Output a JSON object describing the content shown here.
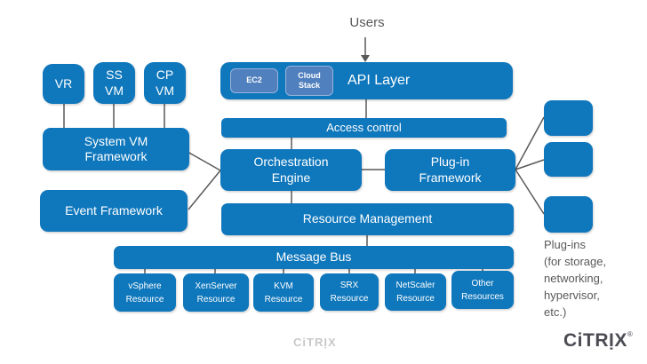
{
  "palette": {
    "box_blue": "#0F77BC",
    "badge_blue": "#5180BE",
    "badge_border": "#97B3D9",
    "connector_gray": "#595959",
    "note_text_gray": "#595959",
    "watermark_gray": "#C8C8C8",
    "logo_gray": "#4B4B53",
    "box_text": "#FFFFFF",
    "background": "#FFFFFF"
  },
  "top": {
    "users_label": "Users"
  },
  "api_layer": {
    "label": "API Layer",
    "badges": [
      {
        "label": "EC2"
      },
      {
        "label": "Cloud\nStack"
      }
    ]
  },
  "access_control": {
    "label": "Access control"
  },
  "left_column": {
    "vm_boxes": [
      {
        "label": "VR"
      },
      {
        "label": "SS\nVM"
      },
      {
        "label": "CP\nVM"
      }
    ],
    "system_vm_framework": {
      "label": "System VM\nFramework"
    },
    "event_framework": {
      "label": "Event Framework"
    }
  },
  "core": {
    "orchestration_engine": {
      "label": "Orchestration\nEngine"
    },
    "plugin_framework": {
      "label": "Plug-in\nFramework"
    },
    "resource_management": {
      "label": "Resource Management"
    },
    "message_bus": {
      "label": "Message Bus"
    }
  },
  "resources": [
    {
      "label": "vSphere\nResource"
    },
    {
      "label": "XenServer\nResource"
    },
    {
      "label": "KVM\nResource"
    },
    {
      "label": "SRX\nResource"
    },
    {
      "label": "NetScaler\nResource"
    },
    {
      "label": "Other\nResources"
    }
  ],
  "plugins_note": {
    "text": "Plug-ins\n(for storage,\nnetworking,\nhypervisor,\netc.)"
  },
  "footer": {
    "watermark": "CiTRỊX",
    "logo": "CiTRỊX",
    "logo_mark": "®"
  }
}
